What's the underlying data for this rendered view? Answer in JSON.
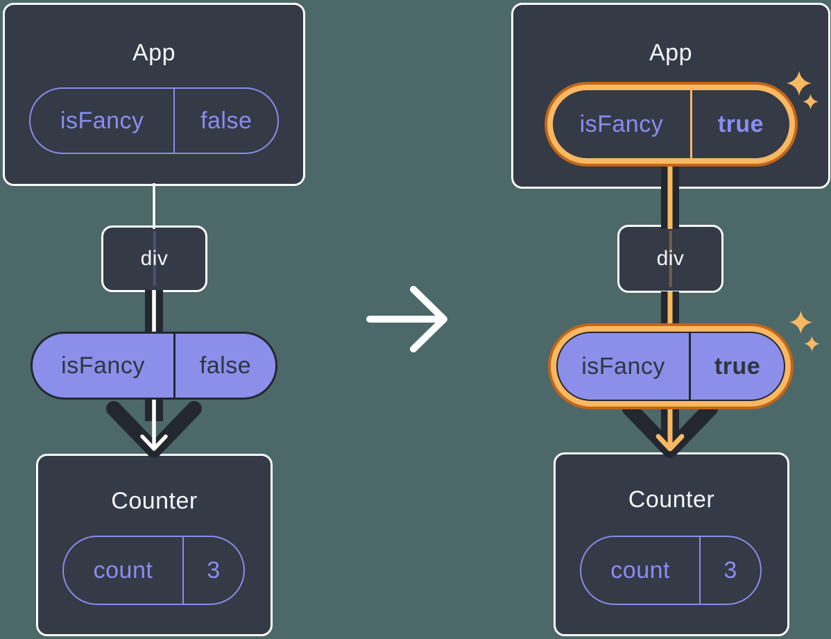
{
  "diagram_title": "Passing isFancy prop from App through div to Counter (before and after state change)",
  "panels": {
    "before": {
      "app": {
        "title": "App"
      },
      "app_prop": {
        "name": "isFancy",
        "value": "false"
      },
      "div_node": {
        "label": "div"
      },
      "passed_prop": {
        "name": "isFancy",
        "value": "false"
      },
      "counter": {
        "title": "Counter"
      },
      "counter_state": {
        "name": "count",
        "value": "3"
      }
    },
    "after": {
      "app": {
        "title": "App"
      },
      "app_prop": {
        "name": "isFancy",
        "value": "true"
      },
      "div_node": {
        "label": "div"
      },
      "passed_prop": {
        "name": "isFancy",
        "value": "true"
      },
      "counter": {
        "title": "Counter"
      },
      "counter_state": {
        "name": "count",
        "value": "3"
      }
    }
  },
  "icons": {
    "transition": "arrow-right",
    "highlight": "sparkle-4-point-star"
  },
  "colors": {
    "background": "#4C6869",
    "card_fill": "#343A46",
    "card_border": "#FFFFFF",
    "purple_text": "#8A8DF0",
    "purple_pill_fill": "#8B8FEA",
    "dark_line": "#23272F",
    "dark_text_on_purple": "#2F3540",
    "orange_light": "#F9B862",
    "orange_dark": "#C2661A",
    "white_line": "#FFFFFF"
  }
}
